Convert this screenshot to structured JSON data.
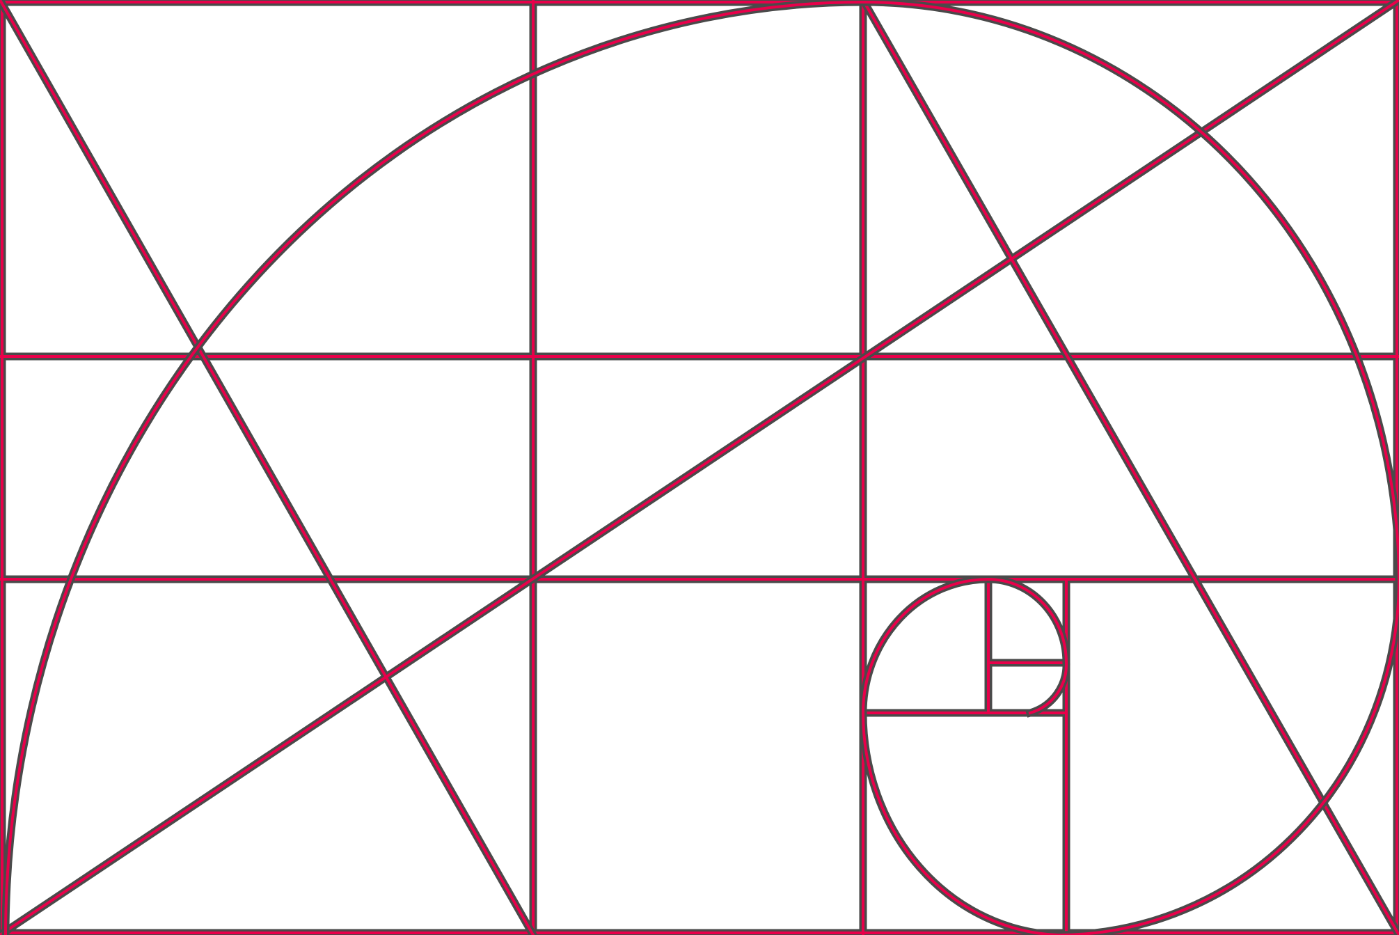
{
  "colors": {
    "background": "#ffffff",
    "grid_line": "#4a4a4a",
    "guide_line": "#e8004a"
  },
  "overlay": {
    "grid": "phi-grid",
    "guides": [
      "golden-spiral",
      "golden-triangles"
    ]
  }
}
